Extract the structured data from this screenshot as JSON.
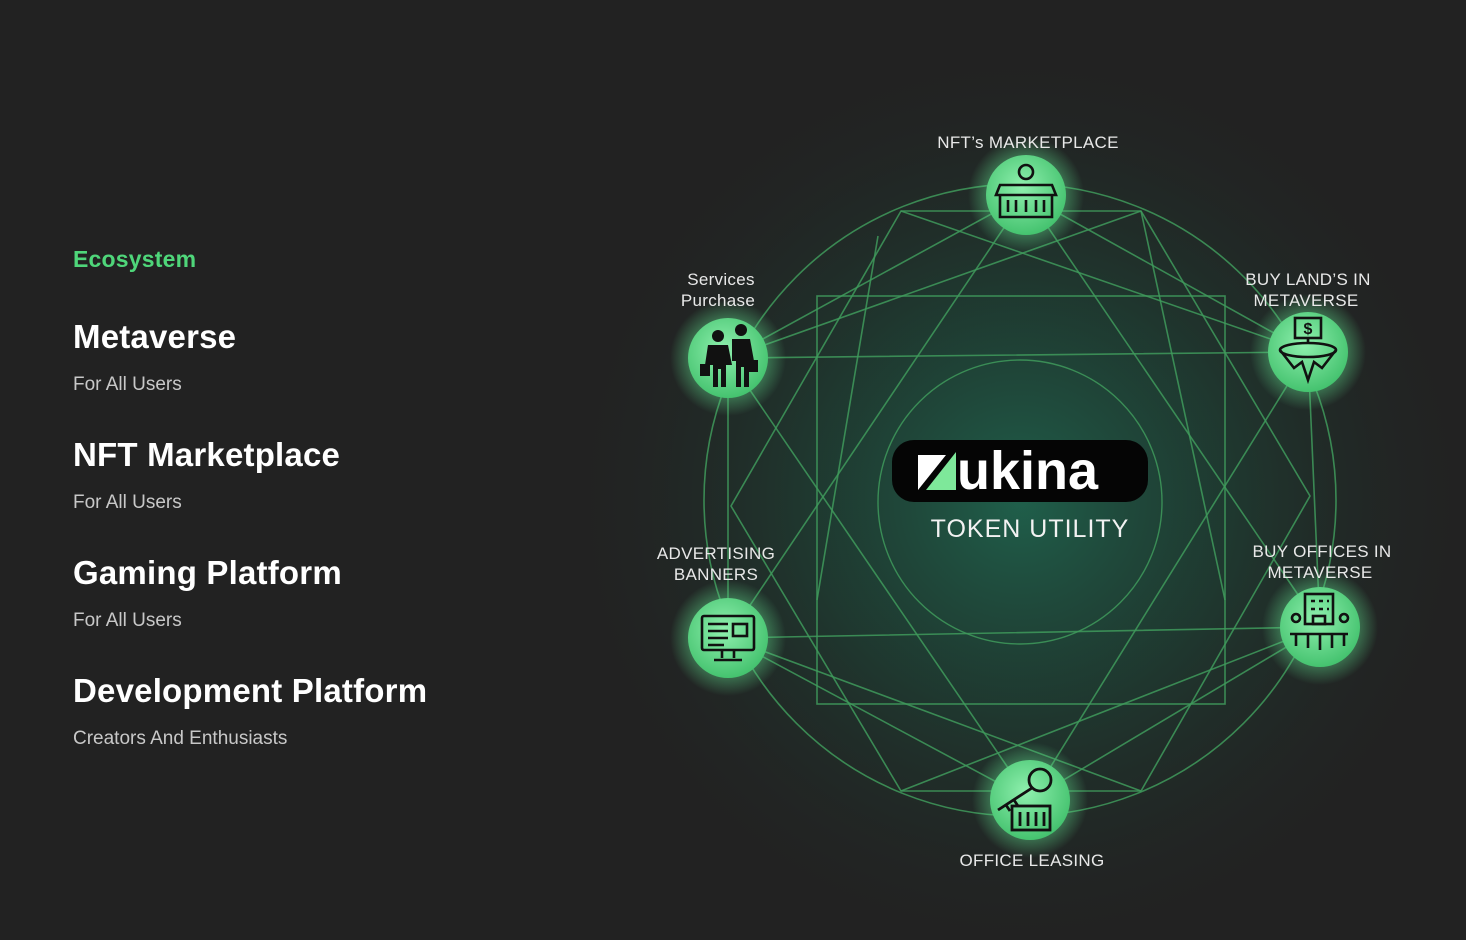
{
  "sidebar": {
    "eyebrow": "Ecosystem",
    "items": [
      {
        "title": "Metaverse",
        "subtitle": "For All Users"
      },
      {
        "title": "NFT Marketplace",
        "subtitle": "For All Users"
      },
      {
        "title": "Gaming Platform",
        "subtitle": "For All Users"
      },
      {
        "title": "Development Platform",
        "subtitle": "Creators And Enthusiasts"
      }
    ]
  },
  "diagram": {
    "logo_text": "ukina",
    "caption": "TOKEN UTILITY",
    "nodes": [
      {
        "id": "nft-marketplace",
        "lines": [
          "NFT’s MARKETPLACE"
        ],
        "icon": "shop-icon"
      },
      {
        "id": "buy-lands",
        "lines": [
          "BUY LAND’S IN",
          "METAVERSE"
        ],
        "icon": "floating-land-icon"
      },
      {
        "id": "buy-offices",
        "lines": [
          "BUY OFFICES IN",
          "METAVERSE"
        ],
        "icon": "office-building-icon"
      },
      {
        "id": "office-leasing",
        "lines": [
          "OFFICE LEASING"
        ],
        "icon": "key-building-icon"
      },
      {
        "id": "advertising-banners",
        "lines": [
          "ADVERTISING",
          "BANNERS"
        ],
        "icon": "monitor-banner-icon"
      },
      {
        "id": "services-purchase",
        "lines": [
          "Services",
          "Purchase"
        ],
        "icon": "shoppers-icon"
      }
    ],
    "colors": {
      "accent": "#4fd67a",
      "line": "#3f9a5c",
      "node": "#5fd88a",
      "background": "#222222"
    }
  }
}
